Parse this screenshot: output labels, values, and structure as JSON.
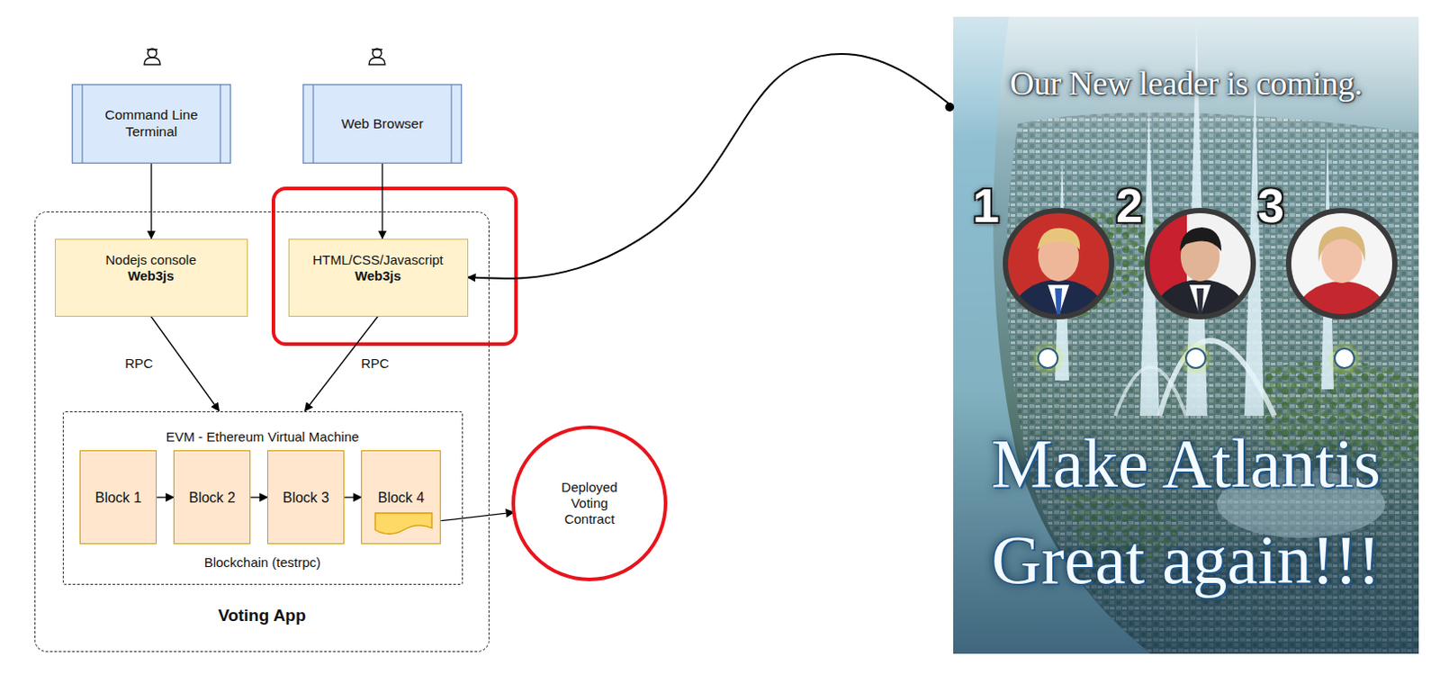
{
  "diagram": {
    "nodes": [
      {
        "text": [
          "Command Line Terminal"
        ]
      },
      {
        "text": [
          "Web Browser"
        ]
      },
      {
        "text": [
          "Voting App"
        ]
      },
      {
        "text": [
          "Nodejs console",
          "Web3js"
        ],
        "in": 2
      },
      {
        "text": [
          "HTML/CSS/Javascript",
          "Web3js"
        ],
        "in": 2
      },
      {
        "text": [
          "EVM - Ethereum Virtual Machine",
          "Blockchain (testrpc)"
        ],
        "in": 2
      },
      {
        "text": [
          "Block 1"
        ],
        "in": 5
      },
      {
        "text": [
          "Block 2"
        ],
        "in": 5
      },
      {
        "text": [
          "Block 3"
        ],
        "in": 5
      },
      {
        "text": [
          "Block 4"
        ],
        "in": 5
      },
      {
        "text": [
          "Deployed Voting Contract"
        ]
      },
      {
        "text": [
          "Our New leader is coming.",
          "Make Atlantis Great again!!!"
        ]
      }
    ],
    "edges": [
      {
        "from": 0,
        "to": 3,
        "arrow": "to"
      },
      {
        "from": 1,
        "to": 4,
        "arrow": "to"
      },
      {
        "from": 3,
        "to": 5,
        "label": "RPC",
        "arrow": "to"
      },
      {
        "from": 4,
        "to": 5,
        "label": "RPC",
        "arrow": "to"
      },
      {
        "from": 6,
        "to": 7,
        "arrow": "to"
      },
      {
        "from": 7,
        "to": 8,
        "arrow": "to"
      },
      {
        "from": 8,
        "to": 9,
        "arrow": "to"
      },
      {
        "from": 9,
        "to": 10,
        "arrow": "to"
      },
      {
        "from": 11,
        "to": 4,
        "arrow": "to"
      }
    ],
    "labels": [
      "1",
      "2",
      "3"
    ]
  }
}
